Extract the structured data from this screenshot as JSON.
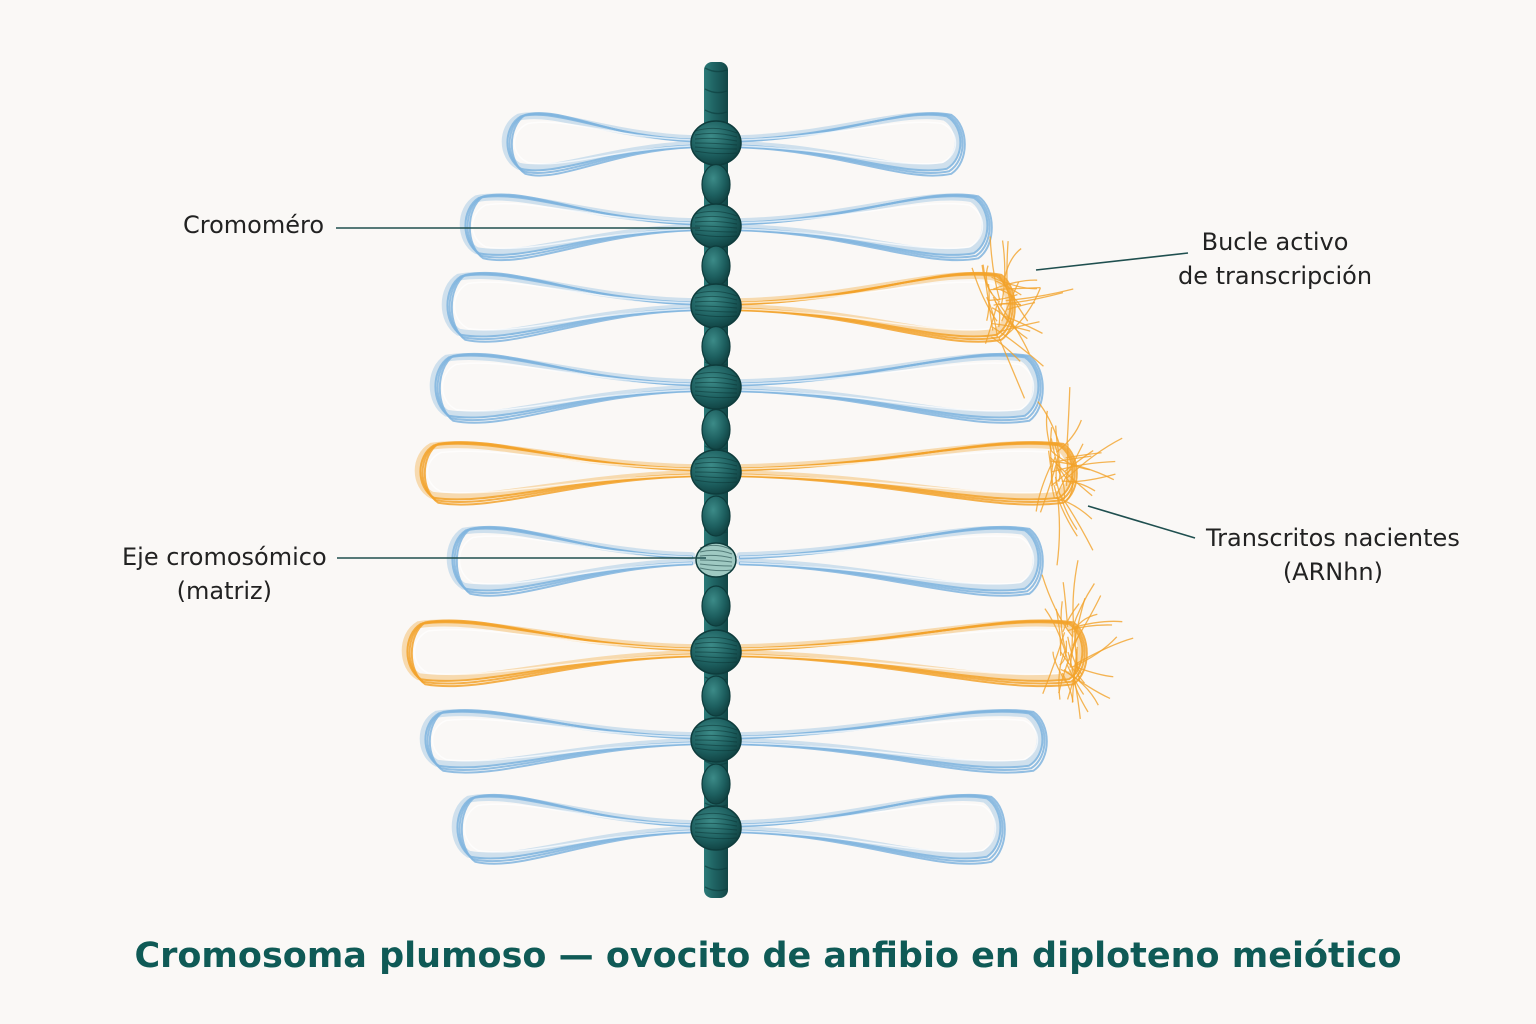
{
  "labels": {
    "chromomere": "Cromoméro",
    "active_loop": [
      "Bucle activo",
      "de transcripción"
    ],
    "axis": [
      "Eje cromosómico",
      "(matriz)"
    ],
    "transcripts": [
      "Transcritos nacientes",
      "(ARNhn)"
    ]
  },
  "title": "Cromosoma plumoso — ovocito de anfibio en diploteno meiótico",
  "colors": {
    "axis": "#1d5f5f",
    "inactive_loop": "#7fb4de",
    "active_loop": "#f2a22a",
    "leader": "#1f4f4f",
    "title": "#0f5a56"
  },
  "loops": [
    {
      "left": "inactive",
      "right": "inactive"
    },
    {
      "left": "inactive",
      "right": "inactive"
    },
    {
      "left": "inactive",
      "right": "active"
    },
    {
      "left": "inactive",
      "right": "inactive"
    },
    {
      "left": "active",
      "right": "active"
    },
    {
      "left": "inactive",
      "right": "inactive"
    },
    {
      "left": "active",
      "right": "active"
    },
    {
      "left": "inactive",
      "right": "inactive"
    },
    {
      "left": "inactive",
      "right": "inactive"
    }
  ]
}
